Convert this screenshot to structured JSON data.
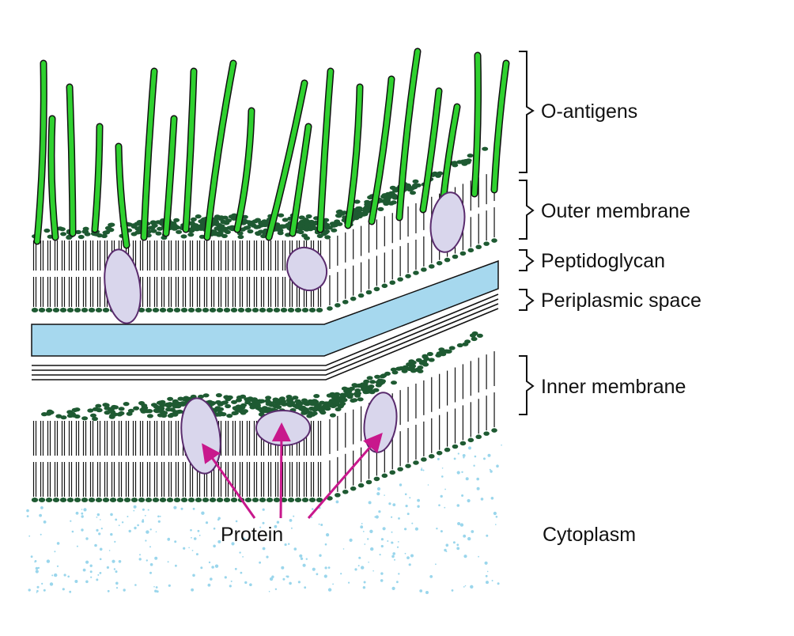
{
  "labels": {
    "o_antigens": "O-antigens",
    "outer_membrane": "Outer membrane",
    "peptidoglycan": "Peptidoglycan",
    "periplasmic_space": "Periplasmic space",
    "inner_membrane": "Inner membrane",
    "protein": "Protein",
    "cytoplasm": "Cytoplasm"
  },
  "colors": {
    "o_antigen_fill": "#2fd12f",
    "head_group": "#1e5a32",
    "peptidoglycan_fill": "#a6d8ee",
    "protein_fill": "#d9d6ec",
    "protein_stroke": "#5a2c6e",
    "protein_arrow": "#c8188c",
    "cytoplasm_dots": "#9ad6ec",
    "line": "#111111"
  }
}
